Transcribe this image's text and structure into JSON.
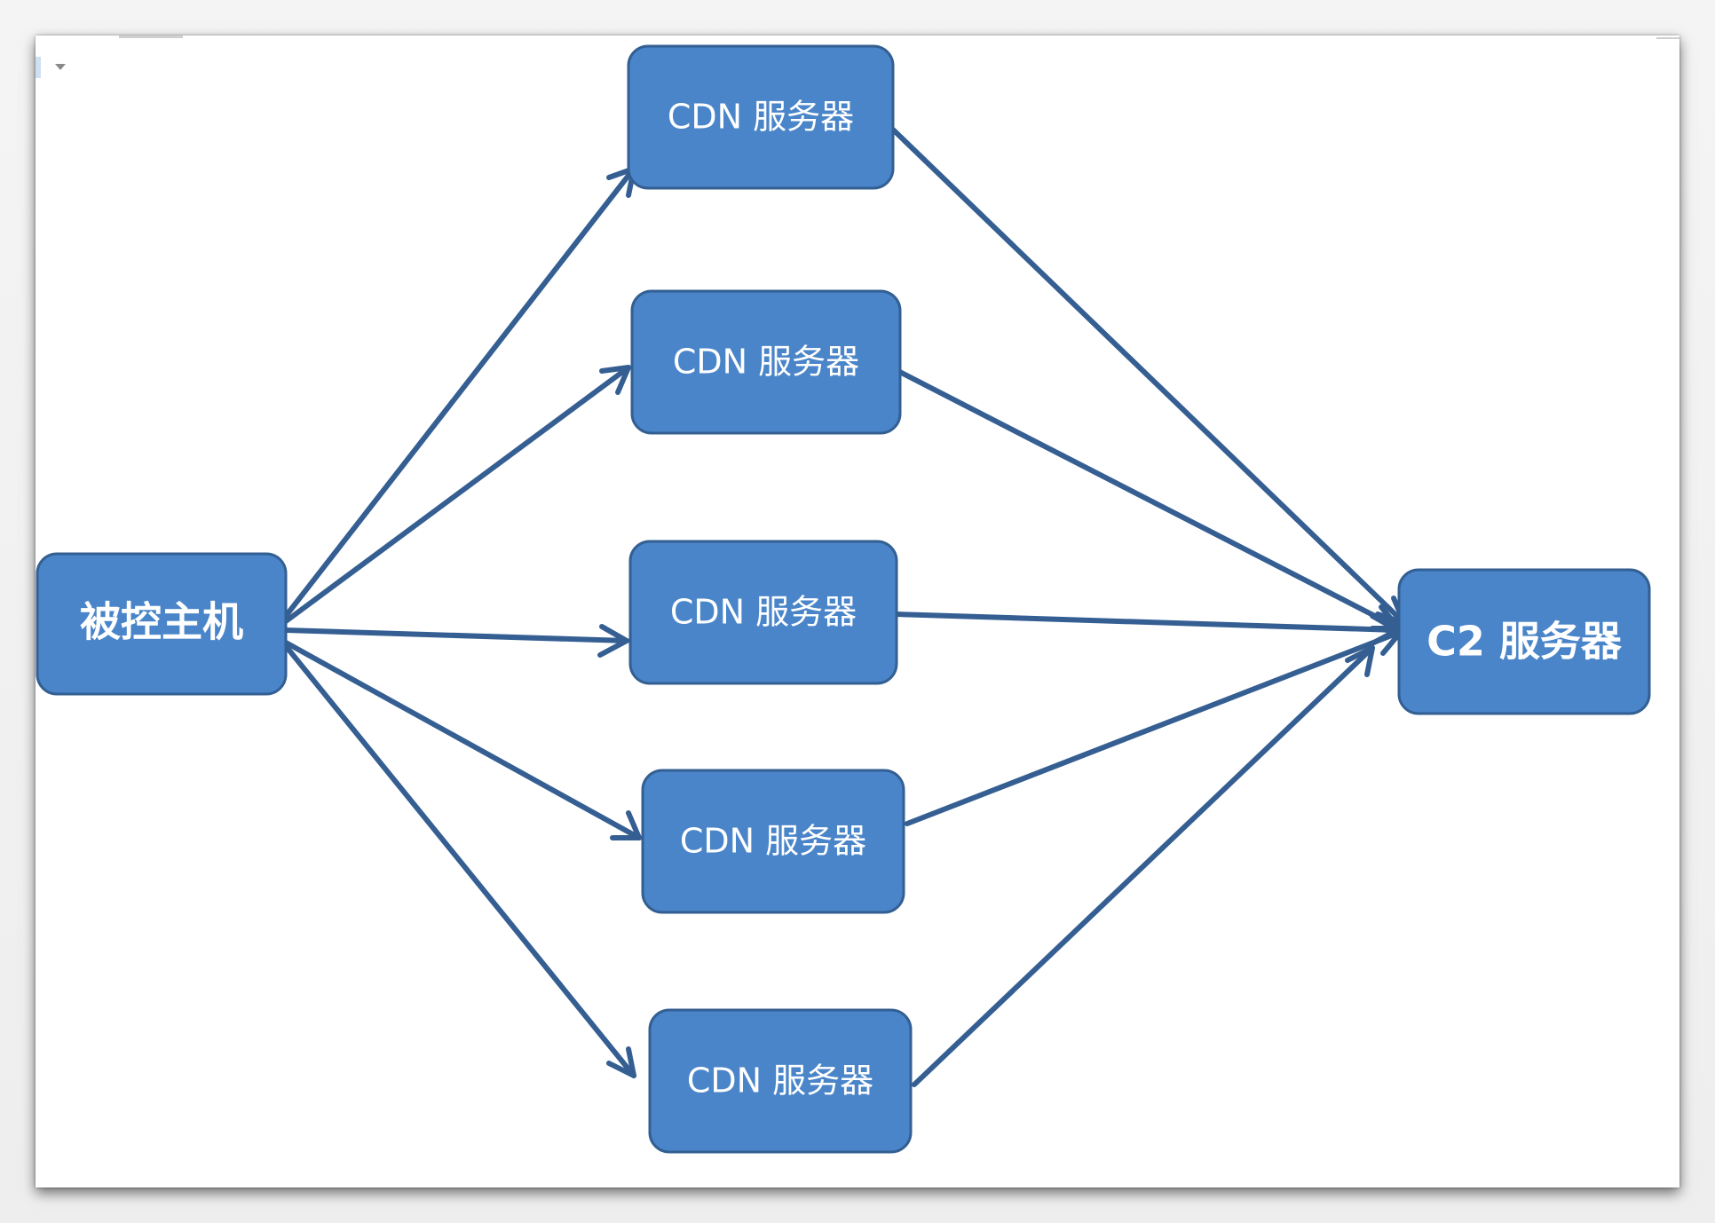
{
  "nodes": {
    "host": {
      "label": "被控主机"
    },
    "cdn": [
      {
        "label": "CDN 服务器"
      },
      {
        "label": "CDN 服务器"
      },
      {
        "label": "CDN 服务器"
      },
      {
        "label": "CDN 服务器"
      },
      {
        "label": "CDN 服务器"
      }
    ],
    "c2": {
      "label": "C2 服务器"
    }
  },
  "colors": {
    "node_fill": "#4a85c9",
    "node_border": "#335f92",
    "edge": "#355f92",
    "node_text": "#ffffff",
    "background": "#ffffff"
  },
  "edges": [
    {
      "from": "host",
      "to": "cdn-1"
    },
    {
      "from": "host",
      "to": "cdn-2"
    },
    {
      "from": "host",
      "to": "cdn-3"
    },
    {
      "from": "host",
      "to": "cdn-4"
    },
    {
      "from": "host",
      "to": "cdn-5"
    },
    {
      "from": "cdn-1",
      "to": "c2"
    },
    {
      "from": "cdn-2",
      "to": "c2"
    },
    {
      "from": "cdn-3",
      "to": "c2"
    },
    {
      "from": "cdn-4",
      "to": "c2"
    },
    {
      "from": "cdn-5",
      "to": "c2"
    }
  ]
}
